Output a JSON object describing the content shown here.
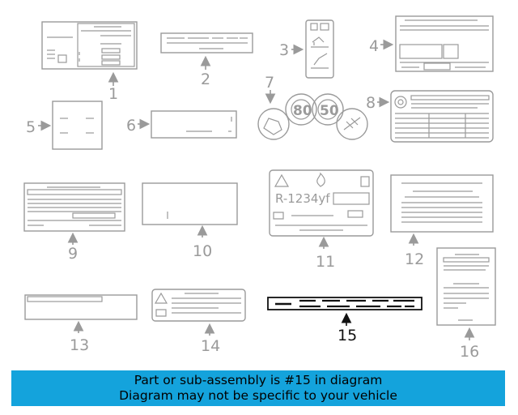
{
  "diagram": {
    "callouts": [
      {
        "id": 1,
        "label": "1"
      },
      {
        "id": 2,
        "label": "2"
      },
      {
        "id": 3,
        "label": "3"
      },
      {
        "id": 4,
        "label": "4"
      },
      {
        "id": 5,
        "label": "5"
      },
      {
        "id": 6,
        "label": "6"
      },
      {
        "id": 7,
        "label": "7"
      },
      {
        "id": 8,
        "label": "8"
      },
      {
        "id": 9,
        "label": "9"
      },
      {
        "id": 10,
        "label": "10"
      },
      {
        "id": 11,
        "label": "11"
      },
      {
        "id": 12,
        "label": "12"
      },
      {
        "id": 13,
        "label": "13"
      },
      {
        "id": 14,
        "label": "14"
      },
      {
        "id": 15,
        "label": "15"
      },
      {
        "id": 16,
        "label": "16"
      }
    ],
    "highlighted_part": "15",
    "refrigerant_text": "R-1234yf",
    "speed_badges": [
      "80",
      "50"
    ],
    "colors": {
      "line": "#9a9a9a",
      "highlight": "#111111",
      "banner": "#14a3dc"
    }
  },
  "banner": {
    "line1": "Part or sub-assembly is #15 in diagram",
    "line2": "Diagram may not be specific to your vehicle"
  }
}
